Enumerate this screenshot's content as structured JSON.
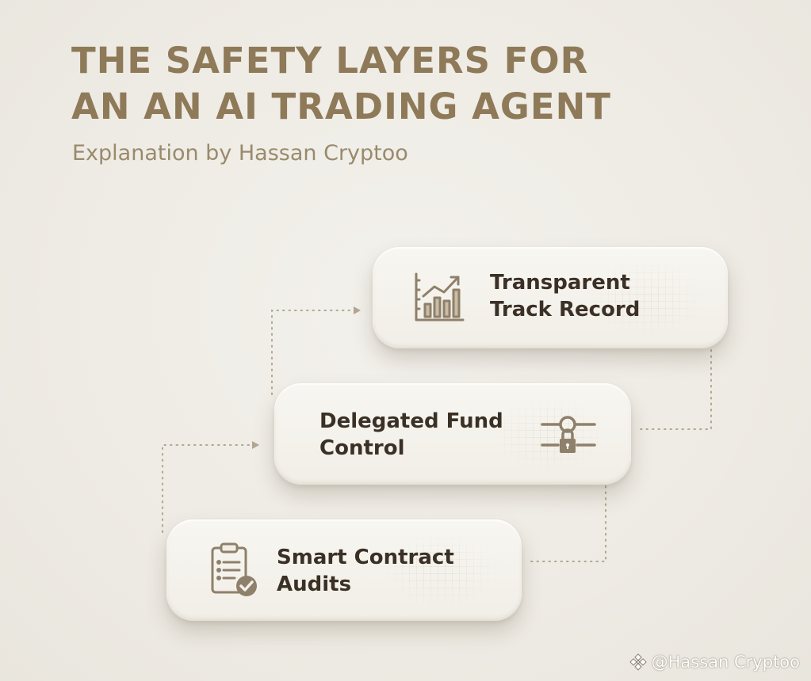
{
  "title": {
    "line1": "THE SAFETY LAYERS FOR",
    "line2": "AN AN AI TRADING AGENT"
  },
  "subtitle": "Explanation by Hassan Cryptoo",
  "layers": [
    {
      "line1": "Transparent",
      "line2": "Track Record",
      "icon": "growth-chart-icon"
    },
    {
      "line1": "Delegated Fund",
      "line2": "Control",
      "icon": "slider-lock-icon"
    },
    {
      "line1": "Smart Contract",
      "line2": "Audits",
      "icon": "clipboard-check-icon"
    }
  ],
  "watermark": {
    "text": "@Hassan Cryptoo",
    "icon": "diamond-logo-icon"
  },
  "colors": {
    "background": "#eeebe4",
    "title": "#8e7a58",
    "subtitle": "#9a8a6c",
    "card_text": "#3a3026",
    "icon": "#8e806a",
    "connector": "#b3a690"
  }
}
